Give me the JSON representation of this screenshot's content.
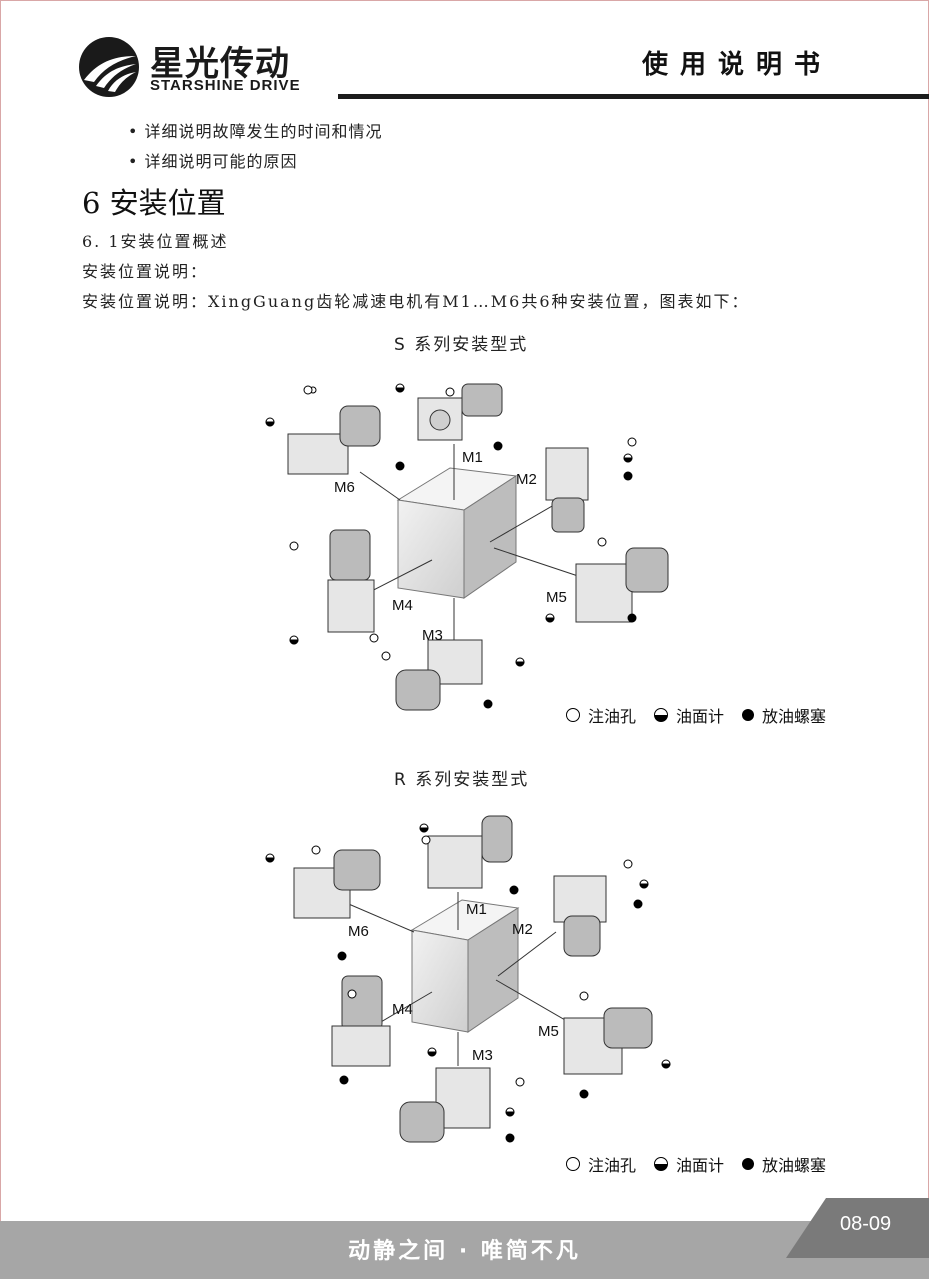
{
  "header": {
    "logo_cn": "星光传动",
    "logo_en": "STARSHINE DRIVE",
    "manual_title": "使用说明书"
  },
  "content": {
    "bullets": [
      "• 详细说明故障发生的时间和情况",
      "• 详细说明可能的原因"
    ],
    "section_heading": "6 安装位置",
    "subsection": "6. 1安装位置概述",
    "line1": "安装位置说明：",
    "line2": "安装位置说明：XingGuang齿轮减速电机有M1…M6共6种安装位置，图表如下："
  },
  "figures": [
    {
      "title": "S 系列安装型式",
      "labels": [
        "M1",
        "M2",
        "M3",
        "M4",
        "M5",
        "M6"
      ],
      "legend": [
        "注油孔",
        "油面计",
        "放油螺塞"
      ]
    },
    {
      "title": "R 系列安装型式",
      "labels": [
        "M1",
        "M2",
        "M3",
        "M4",
        "M5",
        "M6"
      ],
      "legend": [
        "注油孔",
        "油面计",
        "放油螺塞"
      ]
    }
  ],
  "footer": {
    "motto": "动静之间 · 唯简不凡",
    "page_number": "08-09"
  },
  "colors": {
    "footer_gray": "#a6a6a6",
    "header_rule": "#1c1c1c",
    "border": "#d9a7a7"
  },
  "icons": {
    "logo": "starshine-swoosh-logo-icon",
    "fill_hole": "open-circle-icon",
    "level_gauge": "half-filled-circle-icon",
    "drain_plug": "filled-circle-icon"
  }
}
